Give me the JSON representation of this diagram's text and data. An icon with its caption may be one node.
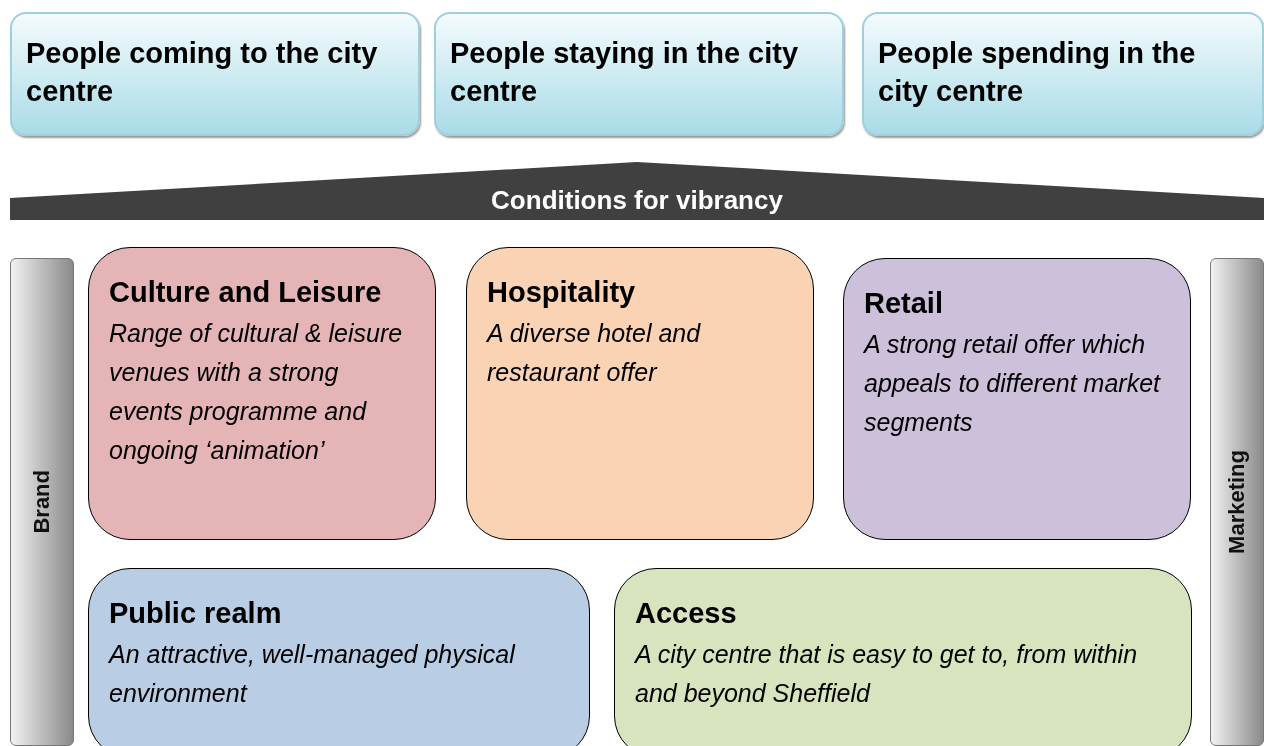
{
  "diagram": {
    "nodes": [
      {
        "text": [
          "People coming to the city centre"
        ]
      },
      {
        "text": [
          "People staying in the city centre"
        ]
      },
      {
        "text": [
          "People spending in the city centre"
        ]
      },
      {
        "text": [
          "Conditions for vibrancy"
        ]
      },
      {
        "text": [
          "Brand"
        ]
      },
      {
        "text": [
          "Culture and Leisure",
          "Range of cultural & leisure venues with a strong events programme and ongoing ‘animation’"
        ]
      },
      {
        "text": [
          "Hospitality",
          "A diverse hotel and restaurant offer"
        ]
      },
      {
        "text": [
          "Retail",
          "A strong retail offer which appeals to different market segments"
        ]
      },
      {
        "text": [
          "Marketing"
        ]
      },
      {
        "text": [
          "Public realm",
          "An attractive, well-managed physical environment"
        ]
      },
      {
        "text": [
          "Access",
          "A city centre that is easy to get to, from within and beyond Sheffield"
        ]
      }
    ]
  }
}
